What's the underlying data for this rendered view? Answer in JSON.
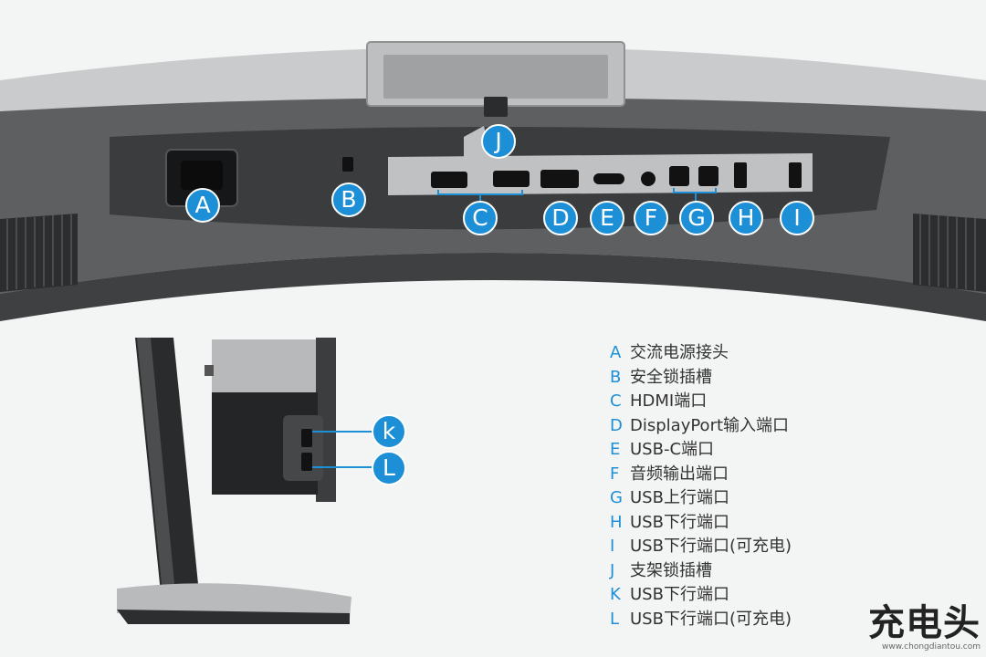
{
  "markers": {
    "a": "A",
    "b": "B",
    "c": "C",
    "d": "D",
    "e": "E",
    "f": "F",
    "g": "G",
    "h": "H",
    "i": "I",
    "j": "J",
    "k": "k",
    "l": "L"
  },
  "legend": [
    {
      "letter": "A",
      "desc": "交流电源接头"
    },
    {
      "letter": "B",
      "desc": "安全锁插槽"
    },
    {
      "letter": "C",
      "desc": "HDMI端口"
    },
    {
      "letter": "D",
      "desc": "DisplayPort输入端口"
    },
    {
      "letter": "E",
      "desc": "USB-C端口"
    },
    {
      "letter": "F",
      "desc": "音频输出端口"
    },
    {
      "letter": "G",
      "desc": "USB上行端口"
    },
    {
      "letter": "H",
      "desc": "USB下行端口"
    },
    {
      "letter": "I",
      "desc": "USB下行端口(可充电)"
    },
    {
      "letter": "J",
      "desc": "支架锁插槽"
    },
    {
      "letter": "K",
      "desc": "USB下行端口"
    },
    {
      "letter": "L",
      "desc": "USB下行端口(可充电)"
    }
  ],
  "watermark": {
    "main": "充电头",
    "sub": "www.chongdiantou.com"
  },
  "colors": {
    "accent": "#1c8fd6",
    "body": "#5c5e60",
    "silver": "#c4c6c8"
  }
}
